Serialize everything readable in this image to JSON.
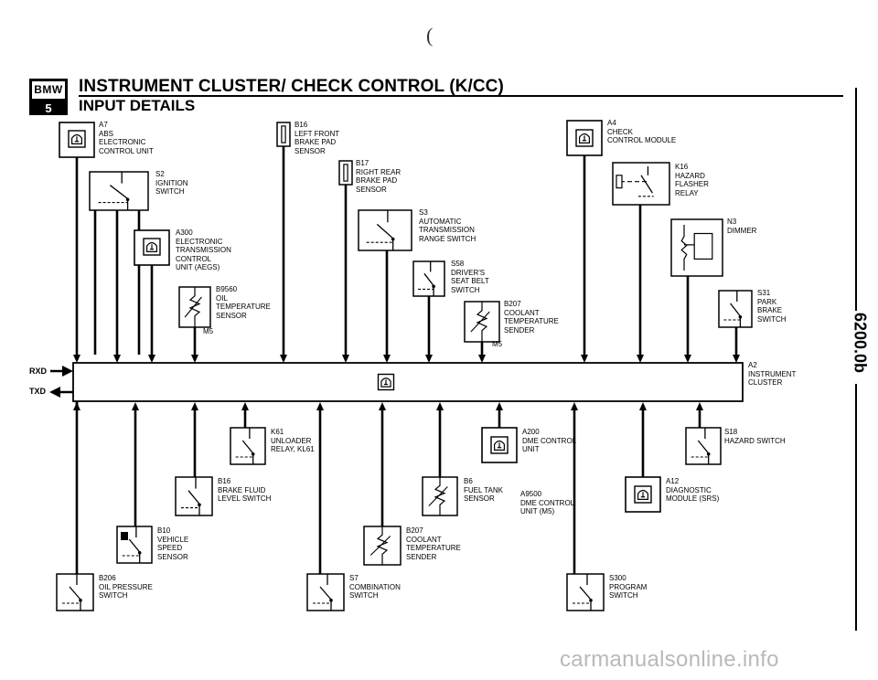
{
  "header": {
    "logo_top": "BMW",
    "logo_bottom": "5",
    "title": "INSTRUMENT CLUSTER/ CHECK CONTROL (K/CC)",
    "subtitle": "INPUT DETAILS",
    "page_number": "6200.0b",
    "stray_mark": "("
  },
  "bus": {
    "rxd_label": "RXD",
    "txd_label": "TXD",
    "cluster_labels": [
      "A2",
      "INSTRUMENT",
      "CLUSTER"
    ]
  },
  "inputs_top": [
    {
      "id": "a7",
      "lines": [
        "A7",
        "ABS",
        "ELECTRONIC",
        "CONTROL UNIT"
      ]
    },
    {
      "id": "s2",
      "lines": [
        "S2",
        "IGNITION",
        "SWITCH"
      ]
    },
    {
      "id": "a300",
      "lines": [
        "A300",
        "ELECTRONIC",
        "TRANSMISSION",
        "CONTROL",
        "UNIT (AEGS)"
      ]
    },
    {
      "id": "b9560",
      "lines": [
        "B9560",
        "OIL",
        "TEMPERATURE",
        "SENSOR"
      ],
      "tag": "M5"
    },
    {
      "id": "b16_pad",
      "lines": [
        "B16",
        "LEFT FRONT",
        "BRAKE PAD",
        "SENSOR"
      ]
    },
    {
      "id": "b17",
      "lines": [
        "B17",
        "RIGHT REAR",
        "BRAKE PAD",
        "SENSOR"
      ]
    },
    {
      "id": "s3",
      "lines": [
        "S3",
        "AUTOMATIC",
        "TRANSMISSION",
        "RANGE SWITCH"
      ]
    },
    {
      "id": "s58",
      "lines": [
        "S58",
        "DRIVER'S",
        "SEAT BELT",
        "SWITCH"
      ]
    },
    {
      "id": "b207_top",
      "lines": [
        "B207",
        "COOLANT",
        "TEMPERATURE",
        "SENDER"
      ],
      "tag": "M5"
    },
    {
      "id": "a4",
      "lines": [
        "A4",
        "CHECK",
        "CONTROL MODULE"
      ]
    },
    {
      "id": "k16",
      "lines": [
        "K16",
        "HAZARD",
        "FLASHER",
        "RELAY"
      ]
    },
    {
      "id": "n3",
      "lines": [
        "N3",
        "DIMMER"
      ]
    },
    {
      "id": "s31",
      "lines": [
        "S31",
        "PARK",
        "BRAKE",
        "SWITCH"
      ]
    }
  ],
  "inputs_bottom": [
    {
      "id": "b206",
      "lines": [
        "B206",
        "OIL PRESSURE",
        "SWITCH"
      ]
    },
    {
      "id": "b10",
      "lines": [
        "B10",
        "VEHICLE",
        "SPEED",
        "SENSOR"
      ]
    },
    {
      "id": "b16_fluid",
      "lines": [
        "B16",
        "BRAKE FLUID",
        "LEVEL SWITCH"
      ]
    },
    {
      "id": "k61",
      "lines": [
        "K61",
        "UNLOADER",
        "RELAY, KL61"
      ]
    },
    {
      "id": "s7",
      "lines": [
        "S7",
        "COMBINATION",
        "SWITCH"
      ]
    },
    {
      "id": "b207_bot",
      "lines": [
        "B207",
        "COOLANT",
        "TEMPERATURE",
        "SENDER"
      ]
    },
    {
      "id": "b6",
      "lines": [
        "B6",
        "FUEL TANK",
        "SENSOR"
      ]
    },
    {
      "id": "a200",
      "lines": [
        "A200",
        "DME CONTROL",
        "UNIT"
      ]
    },
    {
      "id": "a9500",
      "lines": [
        "A9500",
        "DME CONTROL",
        "UNIT (M5)"
      ]
    },
    {
      "id": "s300",
      "lines": [
        "S300",
        "PROGRAM",
        "SWITCH"
      ]
    },
    {
      "id": "a12",
      "lines": [
        "A12",
        "DIAGNOSTIC",
        "MODULE (SRS)"
      ]
    },
    {
      "id": "s18",
      "lines": [
        "S18",
        "HAZARD SWITCH"
      ]
    }
  ],
  "watermark": "carmanualsonline.info"
}
